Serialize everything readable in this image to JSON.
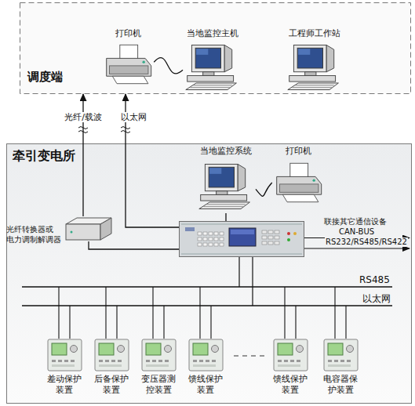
{
  "diagram": {
    "nodes": [
      {
        "text": [
          "调度端"
        ]
      },
      {
        "text": [
          "打印机"
        ],
        "in": 0
      },
      {
        "text": [
          "当地监控主机"
        ],
        "in": 0
      },
      {
        "text": [
          "工程师工作站"
        ],
        "in": 0
      },
      {
        "text": [
          "牵引变电所"
        ]
      },
      {
        "text": [
          "当地监控系统"
        ],
        "in": 4
      },
      {
        "text": [
          "打印机"
        ],
        "in": 4
      },
      {
        "text": [
          "光纤转换器或 电力调制解调器"
        ],
        "in": 4
      },
      {
        "text": [
          "联接其它通信设备",
          "CAN-BUS",
          "RS232/RS485/RS422"
        ],
        "in": 4
      },
      {
        "text": [
          "差动保护 装置"
        ],
        "in": 4
      },
      {
        "text": [
          "后备保护 装置"
        ],
        "in": 4
      },
      {
        "text": [
          "变压器测 控装置"
        ],
        "in": 4
      },
      {
        "text": [
          "馈线保护 装置"
        ],
        "in": 4
      },
      {
        "text": [
          "馈线保护 装置"
        ],
        "in": 4
      },
      {
        "text": [
          "电容器保 护装置"
        ],
        "in": 4
      }
    ],
    "edges": [
      {
        "from": 1,
        "to": 2,
        "arrow": "none"
      },
      {
        "from": 5,
        "to": 6,
        "arrow": "none"
      },
      {
        "from": 7,
        "to": 0,
        "label": "光纤/载波",
        "arrow": "to"
      },
      {
        "from": 8,
        "to": 0,
        "label": "以太网",
        "arrow": "to"
      },
      {
        "from": 7,
        "to": 8,
        "arrow": "none"
      },
      {
        "from": 5,
        "to": 8,
        "arrow": "none"
      }
    ],
    "labels": [
      "RS485",
      "以太网"
    ]
  }
}
